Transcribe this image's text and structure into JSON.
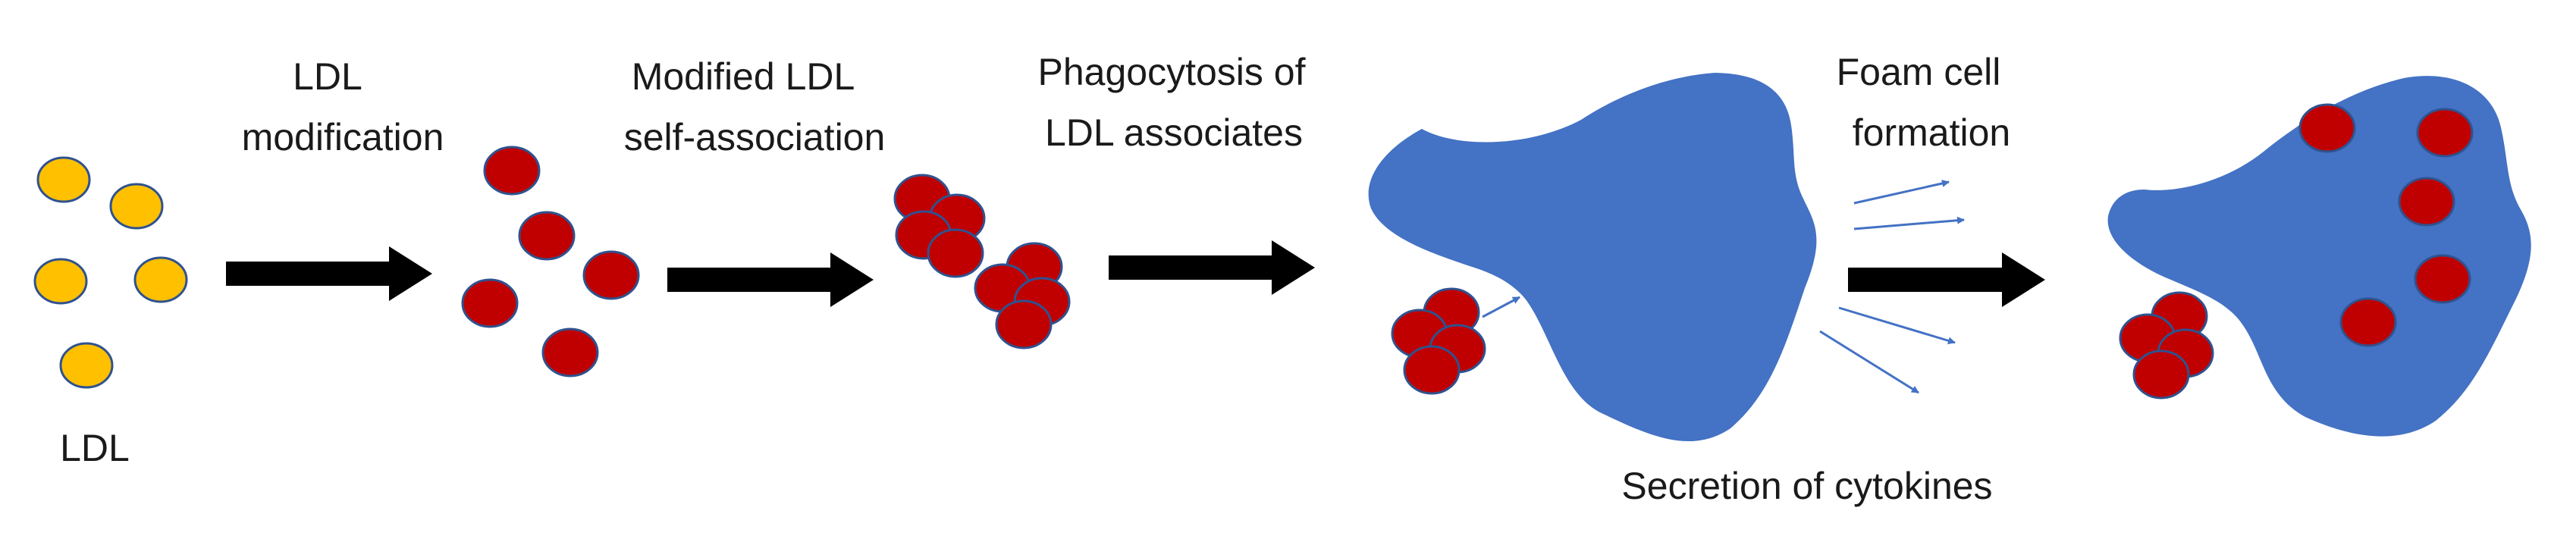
{
  "colors": {
    "ldl_fill": "#FFC000",
    "ldl_stroke": "#2F528F",
    "modified_ldl_fill": "#C00000",
    "modified_ldl_stroke": "#2F528F",
    "cell_fill": "#4472C4",
    "arrow_color": "#000000",
    "cytokine_arrow_color": "#4472C4"
  },
  "labels": {
    "ldl": "LDL",
    "step1_line1": "LDL",
    "step1_line2": "modification",
    "step2_line1": "Modified LDL",
    "step2_line2": "self-association",
    "step3_line1": "Phagocytosis of",
    "step3_line2": "LDL associates",
    "step4_line1": "Foam cell",
    "step4_line2": "formation",
    "cytokines": "Secretion of cytokines"
  },
  "icons": {
    "ldl_particle": "yellow-circle-icon",
    "modified_ldl_particle": "red-circle-icon",
    "macrophage": "blue-cell-shape",
    "process_arrow": "black-arrow-icon",
    "cytokine_arrow": "thin-blue-arrow-icon"
  }
}
